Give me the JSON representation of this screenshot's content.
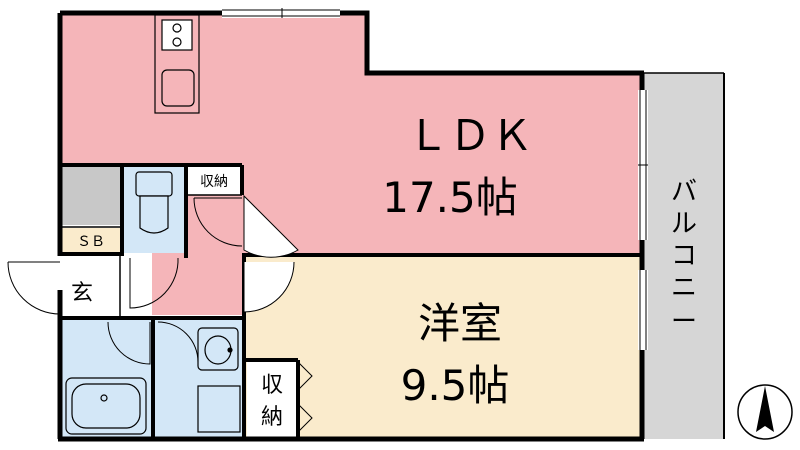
{
  "rooms": {
    "ldk": {
      "name": "ＬＤＫ",
      "size": "17.5帖"
    },
    "western": {
      "name": "洋室",
      "size": "9.5帖"
    },
    "storage_top": {
      "name": "収納"
    },
    "storage_bottom": {
      "name_line1": "収",
      "name_line2": "納"
    },
    "shoe_box": {
      "name": "ＳＢ"
    },
    "entrance": {
      "name": "玄"
    }
  },
  "balcony": {
    "chars": [
      "バ",
      "ル",
      "コ",
      "ニ",
      "ー"
    ]
  },
  "colors": {
    "ldk_fill": "#f5b5b9",
    "western_fill": "#faebcc",
    "wet_fill": "#d3e7f7",
    "storage_fill": "#c8c8c8",
    "balcony_fill": "#d6d6d6",
    "wall": "#000000"
  },
  "icons": {
    "north": "north-arrow-icon"
  }
}
